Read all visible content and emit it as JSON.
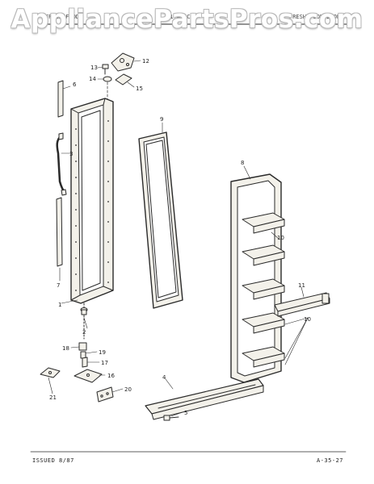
{
  "watermark": "AppliancePartsPros.com",
  "header": {
    "left": "FRESH FOOD",
    "middle": "D1-AB4CL",
    "right": "FRESH FOOD DOOR"
  },
  "footer": {
    "issued": "ISSUED 8/87",
    "page_code": "A-35-27"
  },
  "callouts": [
    "1",
    "2",
    "3",
    "4",
    "5",
    "6",
    "7",
    "8",
    "9",
    "10",
    "10",
    "11",
    "12",
    "13",
    "14",
    "15",
    "16",
    "17",
    "18",
    "19",
    "20",
    "21"
  ],
  "colors": {
    "ink": "#2a2a2a",
    "fill": "#f3f1ea",
    "watermark_outline": "#b9b9b9"
  }
}
